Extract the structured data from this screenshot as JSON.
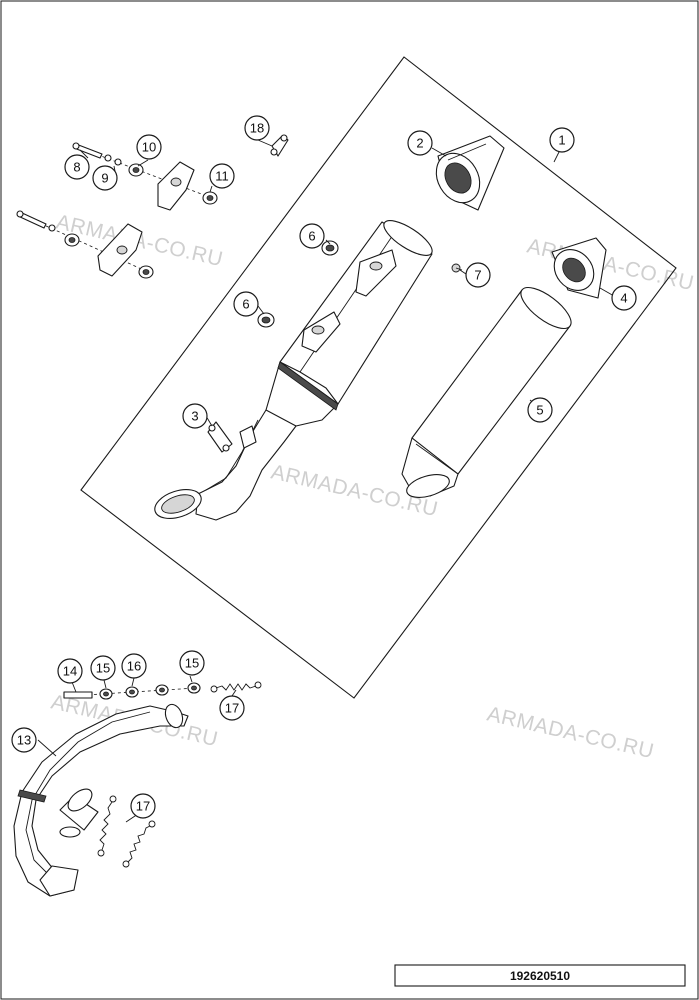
{
  "document_number": "192620510",
  "watermark_text": "ARMADA-CO.RU",
  "callouts": [
    {
      "id": "c1",
      "label": "1"
    },
    {
      "id": "c2",
      "label": "2"
    },
    {
      "id": "c3",
      "label": "3"
    },
    {
      "id": "c4",
      "label": "4"
    },
    {
      "id": "c5",
      "label": "5"
    },
    {
      "id": "c6a",
      "label": "6"
    },
    {
      "id": "c6b",
      "label": "6"
    },
    {
      "id": "c7",
      "label": "7"
    },
    {
      "id": "c8",
      "label": "8"
    },
    {
      "id": "c9",
      "label": "9"
    },
    {
      "id": "c10",
      "label": "10"
    },
    {
      "id": "c11",
      "label": "11"
    },
    {
      "id": "c13",
      "label": "13"
    },
    {
      "id": "c14",
      "label": "14"
    },
    {
      "id": "c15a",
      "label": "15"
    },
    {
      "id": "c15b",
      "label": "15"
    },
    {
      "id": "c16",
      "label": "16"
    },
    {
      "id": "c17a",
      "label": "17"
    },
    {
      "id": "c17b",
      "label": "17"
    },
    {
      "id": "c18",
      "label": "18"
    }
  ],
  "colors": {
    "line": "#1a1a1a",
    "watermark": "#cfcfcf",
    "background": "#ffffff"
  }
}
